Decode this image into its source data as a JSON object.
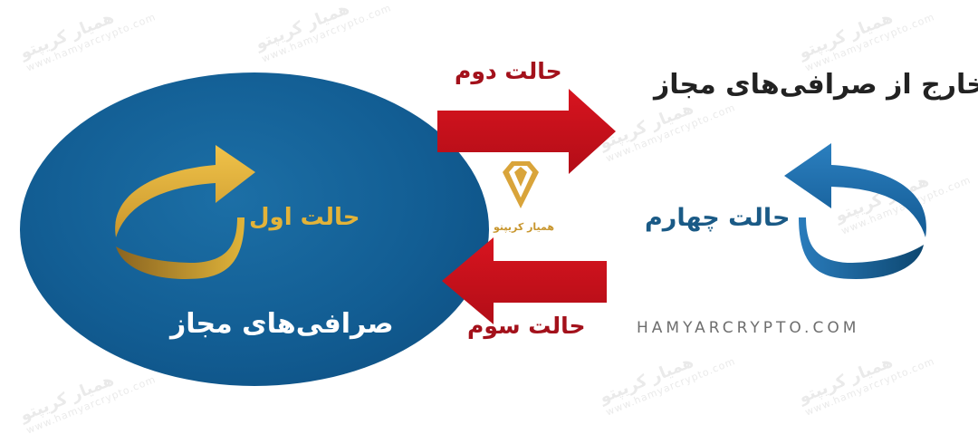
{
  "labels": {
    "first_case": "حالت اول",
    "exchanges": "صرافی‌های مجاز",
    "second_case": "حالت دوم",
    "third_case": "حالت سوم",
    "fourth_case": "حالت چهارم",
    "outside": "خارج از صرافی‌های مجاز"
  },
  "brand": {
    "name": "همیار کریپتو",
    "website": "HAMYARCRYPTO.COM",
    "logo_icon": "diamond-logo-icon"
  },
  "watermark": {
    "text_fa": "همیار کریپتو",
    "text_en": "www.hamyarcrypto.com"
  },
  "colors": {
    "ellipse": "#125d93",
    "red_arrow": "#c5101a",
    "gold_arrow": "#e0b43a",
    "blue_arrow": "#1a65a0",
    "red_text": "#a3111b"
  }
}
